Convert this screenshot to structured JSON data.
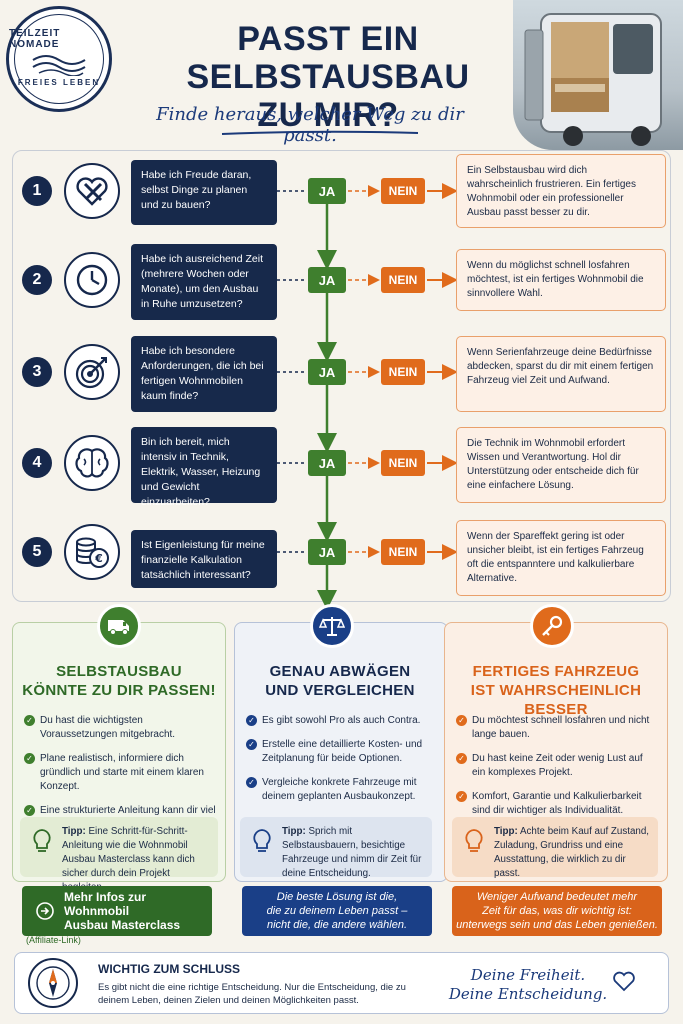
{
  "header": {
    "logo_top": "TEILZEIT NOMADE",
    "logo_bottom": "FREIES LEBEN",
    "title_line1": "PASST EIN SELBSTAUSBAU",
    "title_line2": "ZU MIR?",
    "subtitle": "Finde heraus, welcher Weg zu dir passt."
  },
  "labels": {
    "yes": "JA",
    "no": "NEIN"
  },
  "questions": [
    {
      "num": "1",
      "icon": "heart-tools-icon",
      "text": "Habe ich Freude daran, selbst Dinge zu planen und zu bauen?",
      "result": "Ein Selbstausbau wird dich wahrscheinlich frustrieren. Ein fertiges Wohnmobil oder ein professioneller Ausbau passt besser zu dir."
    },
    {
      "num": "2",
      "icon": "clock-icon",
      "text": "Habe ich ausreichend Zeit (mehrere Wochen oder Monate), um den Ausbau in Ruhe umzusetzen?",
      "result": "Wenn du möglichst schnell losfahren möchtest, ist ein fertiges Wohnmobil die sinnvollere Wahl."
    },
    {
      "num": "3",
      "icon": "target-icon",
      "text": "Habe ich besondere Anforderungen, die ich bei fertigen Wohnmobilen kaum finde?",
      "result": "Wenn Serienfahrzeuge deine Bedürfnisse abdecken, sparst du dir mit einem fertigen Fahrzeug viel Zeit und Aufwand."
    },
    {
      "num": "4",
      "icon": "brain-icon",
      "text": "Bin ich bereit, mich intensiv in Technik, Elektrik, Wasser, Heizung und Gewicht einzuarbeiten?",
      "result": "Die Technik im Wohnmobil erfordert Wissen und Verantwortung. Hol dir Unterstützung oder entscheide dich für eine einfachere Lösung."
    },
    {
      "num": "5",
      "icon": "coins-icon",
      "text": "Ist Eigenleistung für meine finanzielle Kalkulation tatsächlich interessant?",
      "result": "Wenn der Spareffekt gering ist oder unsicher bleibt, ist ein fertiges Fahrzeug oft die entspanntere und kalkulierbare Alternative."
    }
  ],
  "columns": {
    "green": {
      "title_line1": "SELBSTAUSBAU",
      "title_line2": "KÖNNTE ZU DIR PASSEN!",
      "items": [
        "Du hast die wichtigsten Voraussetzungen mitgebracht.",
        "Plane realistisch, informiere dich gründlich und starte mit einem klaren Konzept.",
        "Eine strukturierte Anleitung kann dir viel Zeit, Nerven und Fehler ersparen."
      ],
      "tip_label": "Tipp:",
      "tip_text": "Eine Schritt-für-Schritt-Anleitung wie die Wohnmobil Ausbau Masterclass kann dich sicher durch dein Projekt begleiten.",
      "banner_line1": "Mehr Infos zur Wohnmobil",
      "banner_line2": "Ausbau Masterclass",
      "affiliate": "(Affiliate-Link)"
    },
    "blue": {
      "title_line1": "GENAU ABWÄGEN",
      "title_line2": "UND VERGLEICHEN",
      "items": [
        "Es gibt sowohl Pro als auch Contra.",
        "Erstelle eine detaillierte Kosten- und Zeitplanung für beide Optionen.",
        "Vergleiche konkrete Fahrzeuge mit deinem geplanten Ausbaukonzept."
      ],
      "tip_label": "Tipp:",
      "tip_text": "Sprich mit Selbstausbauern, besichtige Fahrzeuge und nimm dir Zeit für deine Entscheidung.",
      "banner_line1": "Die beste Lösung ist die,",
      "banner_line2": "die zu deinem Leben passt –",
      "banner_line3": "nicht die, die andere wählen."
    },
    "orange": {
      "title_line1": "FERTIGES FAHRZEUG",
      "title_line2": "IST WAHRSCHEINLICH BESSER",
      "items": [
        "Du möchtest schnell losfahren und nicht lange bauen.",
        "Du hast keine Zeit oder wenig Lust auf ein komplexes Projekt.",
        "Komfort, Garantie und Kalkulierbarkeit sind dir wichtiger als Individualität."
      ],
      "tip_label": "Tipp:",
      "tip_text": "Achte beim Kauf auf Zustand, Zuladung, Grundriss und eine Ausstattung, die wirklich zu dir passt.",
      "banner_line1": "Weniger Aufwand bedeutet mehr",
      "banner_line2": "Zeit für das, was dir wichtig ist:",
      "banner_line3": "unterwegs sein und das Leben genießen."
    }
  },
  "footer": {
    "title": "WICHTIG ZUM SCHLUSS",
    "text": "Es gibt nicht die eine richtige Entscheidung. Nur die Entscheidung, die zu deinem Leben, deinen Zielen und deinen Möglichkeiten passt.",
    "script_line1": "Deine Freiheit.",
    "script_line2": "Deine Entscheidung."
  },
  "colors": {
    "navy": "#16284c",
    "green": "#3f7f2e",
    "orange": "#e06b1c",
    "blue": "#1a3f87"
  }
}
